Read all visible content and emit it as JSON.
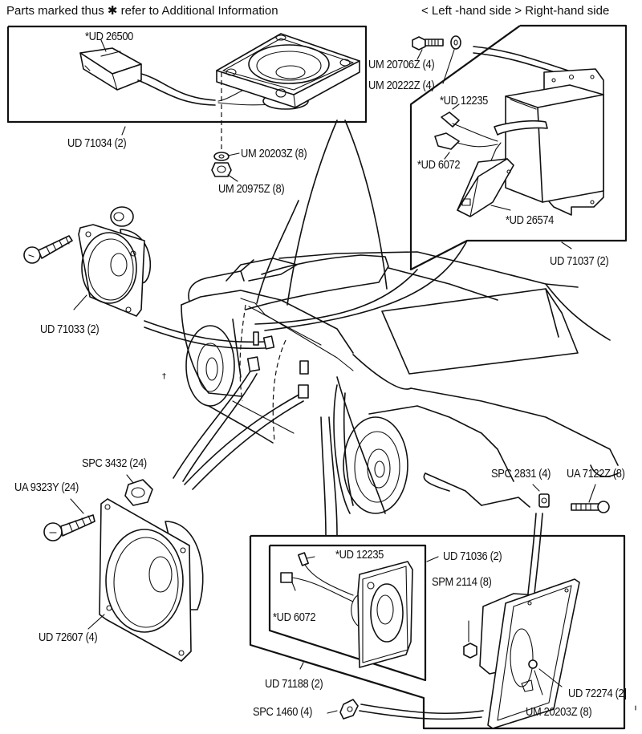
{
  "header": {
    "note": "Parts marked thus ✱ refer to Additional Information",
    "legend": "< Left -hand side   > Right-hand side"
  },
  "callouts": {
    "ud26500": "*UD 26500",
    "ud71034": "UD 71034 (2)",
    "um20203z_top": "UM 20203Z (8)",
    "um20975z": "UM 20975Z (8)",
    "um20706z": "UM 20706Z (4)",
    "um20222z": "UM 20222Z (4)",
    "ud12235_top": "*UD 12235",
    "ud6072_top": "*UD 6072",
    "ud26574": "*UD 26574",
    "ud71037": "UD 71037 (2)",
    "ud71033": "UD 71033 (2)",
    "spc3432": "SPC 3432 (24)",
    "ua9323y": "UA 9323Y (24)",
    "ud72607": "UD 72607 (4)",
    "spc2831": "SPC 2831 (4)",
    "ua7122z": "UA 7122Z (8)",
    "ud12235_bottom": "*UD 12235",
    "ud71036": "UD 71036 (2)",
    "spm2114": "SPM 2114 (8)",
    "ud6072_bottom": "*UD 6072",
    "ud71188": "UD 71188 (2)",
    "spc1460": "SPC 1460 (4)",
    "ud72274": "UD 72274 (2]",
    "um20203z_bottom": "UM 20203Z (8)"
  }
}
